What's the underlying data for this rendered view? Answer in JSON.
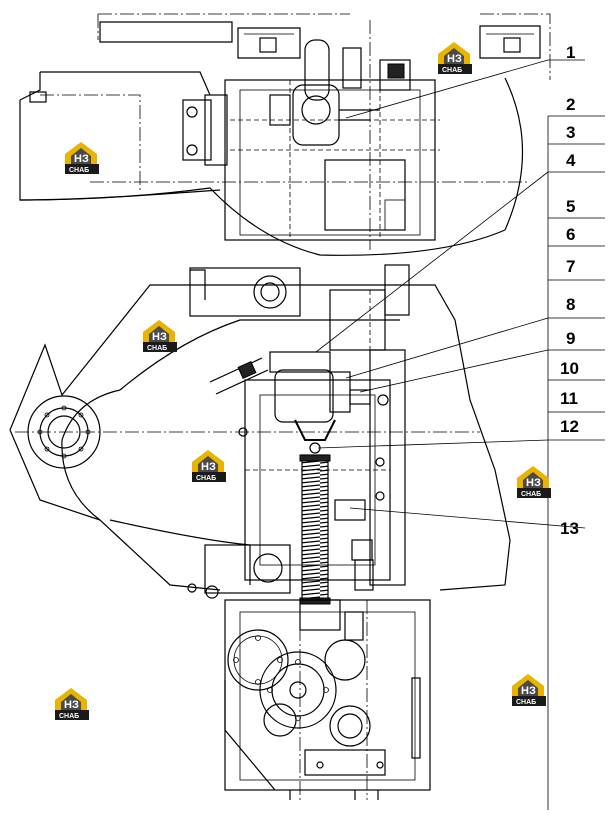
{
  "callouts": [
    {
      "n": "1"
    },
    {
      "n": "2"
    },
    {
      "n": "3"
    },
    {
      "n": "4"
    },
    {
      "n": "5"
    },
    {
      "n": "6"
    },
    {
      "n": "7"
    },
    {
      "n": "8"
    },
    {
      "n": "9"
    },
    {
      "n": "10"
    },
    {
      "n": "11"
    },
    {
      "n": "12"
    },
    {
      "n": "13"
    }
  ],
  "watermark": {
    "brand": "НЗ",
    "sub": "СНАБ",
    "colors": {
      "gold": "#e8b400",
      "dark": "#4a4a4a",
      "plate": "#1a1a1a"
    }
  }
}
